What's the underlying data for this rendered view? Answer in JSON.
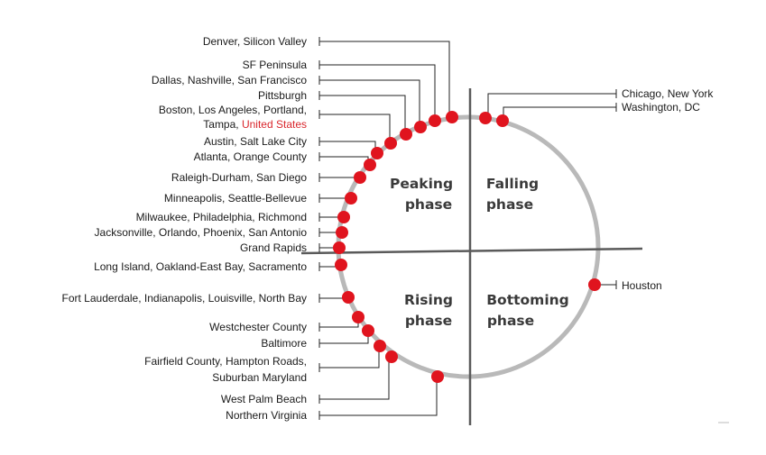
{
  "phases": {
    "peaking": [
      "Peaking",
      "phase"
    ],
    "falling": [
      "Falling",
      "phase"
    ],
    "rising": [
      "Rising",
      "phase"
    ],
    "bottoming": [
      "Bottoming",
      "phase"
    ]
  },
  "markets": [
    {
      "id": "denver",
      "lines": [
        "Denver, Silicon Valley"
      ]
    },
    {
      "id": "sf-peninsula",
      "lines": [
        "SF Peninsula"
      ]
    },
    {
      "id": "dallas",
      "lines": [
        "Dallas, Nashville, San Francisco"
      ]
    },
    {
      "id": "pittsburgh",
      "lines": [
        "Pittsburgh"
      ]
    },
    {
      "id": "boston",
      "lines": [
        "Boston, Los Angeles, Portland,",
        "Tampa, "
      ],
      "highlight": "United States"
    },
    {
      "id": "austin",
      "lines": [
        "Austin, Salt Lake City"
      ]
    },
    {
      "id": "atlanta",
      "lines": [
        "Atlanta, Orange County"
      ]
    },
    {
      "id": "raleigh",
      "lines": [
        "Raleigh-Durham, San Diego"
      ]
    },
    {
      "id": "minneapolis",
      "lines": [
        "Minneapolis, Seattle-Bellevue"
      ]
    },
    {
      "id": "milwaukee",
      "lines": [
        "Milwaukee, Philadelphia, Richmond"
      ]
    },
    {
      "id": "jacksonville",
      "lines": [
        "Jacksonville, Orlando, Phoenix, San Antonio"
      ]
    },
    {
      "id": "grand-rapids",
      "lines": [
        "Grand Rapids"
      ]
    },
    {
      "id": "long-island",
      "lines": [
        "Long Island, Oakland-East Bay, Sacramento"
      ]
    },
    {
      "id": "fort-lauderdale",
      "lines": [
        "Fort Lauderdale, Indianapolis, Louisville, North Bay"
      ]
    },
    {
      "id": "westchester",
      "lines": [
        "Westchester County"
      ]
    },
    {
      "id": "baltimore",
      "lines": [
        "Baltimore"
      ]
    },
    {
      "id": "fairfield",
      "lines": [
        "Fairfield County, Hampton Roads,",
        "Suburban Maryland"
      ]
    },
    {
      "id": "west-palm",
      "lines": [
        "West Palm Beach"
      ]
    },
    {
      "id": "northern-virginia",
      "lines": [
        "Northern Virginia"
      ]
    },
    {
      "id": "chicago",
      "lines": [
        "Chicago, New York"
      ]
    },
    {
      "id": "washington",
      "lines": [
        "Washington, DC"
      ]
    },
    {
      "id": "houston",
      "lines": [
        "Houston"
      ]
    }
  ],
  "colors": {
    "dot": "#e0141e",
    "highlight": "#d9262c",
    "cycle": "#b4b4b4",
    "axes": "#555555"
  }
}
